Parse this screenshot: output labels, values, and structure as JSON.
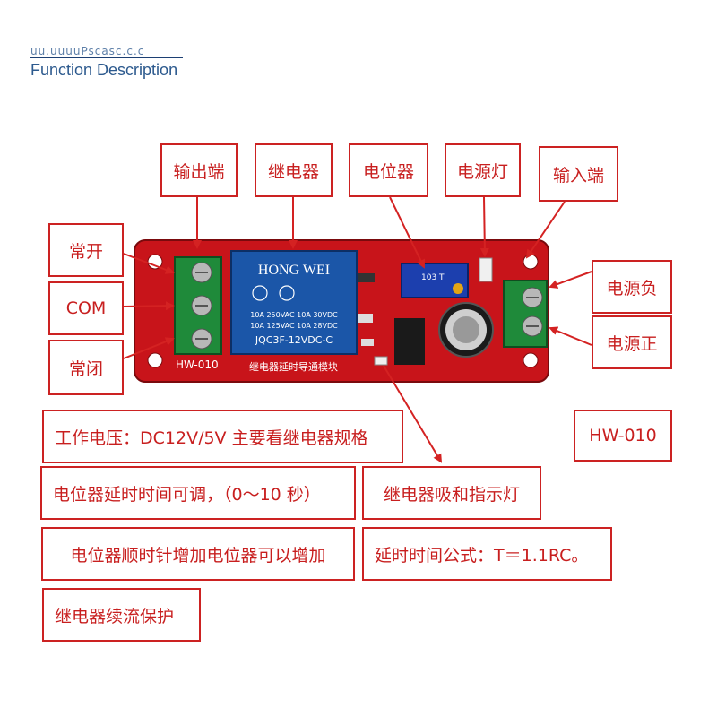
{
  "header": {
    "top_text": "uu.uuuuPscasc.c.c",
    "title": "Function Description"
  },
  "board": {
    "model_silk": "HW-010",
    "board_silk": "继电器延时导通模块",
    "relay_brand": "HONG WEI",
    "relay_spec_1": "10A 250VAC 10A 30VDC",
    "relay_spec_2": "10A 125VAC 10A 28VDC",
    "relay_model": "JQC3F-12VDC-C",
    "pot_text": "103 T"
  },
  "callouts": {
    "output_terminal": "输出端",
    "relay": "继电器",
    "potentiometer": "电位器",
    "power_led": "电源灯",
    "input_terminal": "输入端",
    "normally_open": "常开",
    "com": "COM",
    "normally_closed": "常闭",
    "power_negative": "电源负",
    "power_positive": "电源正"
  },
  "notes": {
    "working_voltage": "工作电压：DC12V/5V 主要看继电器规格",
    "model": "HW-010",
    "delay_adjustable": "电位器延时时间可调，（0～10 秒）",
    "relay_indicator": "继电器吸和指示灯",
    "pot_clockwise": "电位器顺时针增加电位器可以增加",
    "delay_formula": "延时时间公式：T＝1.1RC。",
    "flyback_protection": "继电器续流保护"
  },
  "colors": {
    "accent_red": "#cc2222",
    "pcb_red": "#c8141a",
    "relay_blue": "#1b56a8",
    "terminal_green": "#1f8a3a"
  }
}
